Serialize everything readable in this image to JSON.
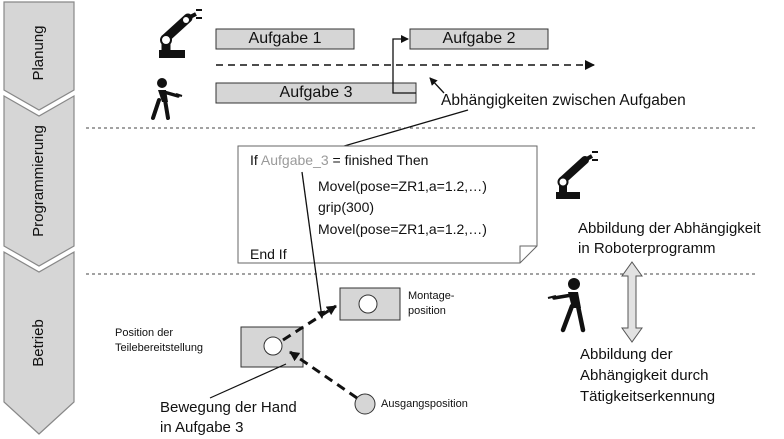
{
  "phases": [
    "Planung",
    "Programmierung",
    "Betrieb"
  ],
  "tasks": [
    "Aufgabe 1",
    "Aufgabe 2",
    "Aufgabe 3"
  ],
  "dependency_label": "Abhängigkeiten zwischen Aufgaben",
  "code": {
    "if_prefix": "If ",
    "if_var": "Aufgabe_3",
    "if_suffix": " = finished Then",
    "line1": "Movel(pose=ZR1,a=1.2,…)",
    "line2": "grip(300)",
    "line3": "Movel(pose=ZR1,a=1.2,…)",
    "end": "End If",
    "var_color": "#9a9a9a"
  },
  "right_labels": {
    "robot_program": [
      "Abbildung der Abhängigkeit",
      "in Roboterprogramm"
    ],
    "activity_recognition": [
      "Abbildung der",
      "Abhängigkeit durch",
      "Tätigkeitserkennung"
    ]
  },
  "positions": {
    "montage": [
      "Montage-",
      "position"
    ],
    "provision": [
      "Position der",
      "Teilebereitstellung"
    ],
    "start": "Ausgangsposition"
  },
  "hand_motion": [
    "Bewegung der Hand",
    "in Aufgabe 3"
  ],
  "icons": [
    "robot-arm-icon",
    "human-worker-icon"
  ]
}
